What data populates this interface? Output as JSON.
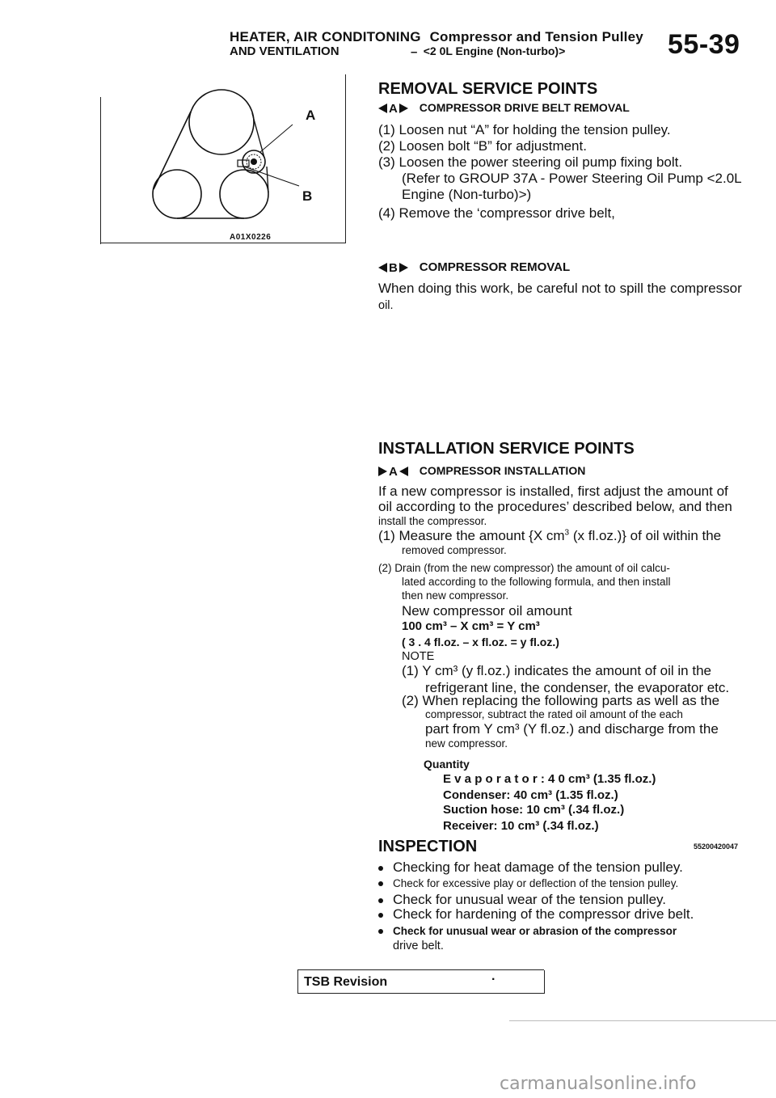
{
  "header": {
    "category_line1": "HEATER, AIR CONDITONING",
    "category_line2": "AND VENTILATION",
    "title": "Compressor and Tension Pulley",
    "subtitle": "<2 0L Engine (Non-turbo)>",
    "dash": "–",
    "page_number": "55-39"
  },
  "figure": {
    "label_a": "A",
    "label_b": "B",
    "code": "A01X0226"
  },
  "removal": {
    "heading": "REMOVAL SERVICE POINTS",
    "belt": {
      "marker": "A",
      "title": "COMPRESSOR DRIVE BELT REMOVAL",
      "step1": "(1) Loosen nut “A” for holding the tension pulley.",
      "step2": "(2) Loosen bolt “B” for adjustment.",
      "step3": "(3) Loosen the power steering oil pump fixing bolt.",
      "ref1": "(Refer to GROUP 37A - Power Steering Oil Pump <2.0L",
      "ref2": "Engine (Non-turbo)>)",
      "step4": "(4) Remove the ‘compressor drive belt,"
    },
    "compressor": {
      "marker": "B",
      "title": "COMPRESSOR REMOVAL",
      "line1": "When doing this work, be careful not to spill the compressor",
      "line2": "oil."
    }
  },
  "installation": {
    "heading": "INSTALLATION SERVICE POINTS",
    "marker": "A",
    "title": "COMPRESSOR INSTALLATION",
    "intro1": "If a new compressor is installed, first adjust the amount of",
    "intro2": "oil according to the procedures’ described below, and then",
    "intro3": "install the compressor.",
    "s1a_pre": "(1) Measure the amount {X cm",
    "s1a_sup": "3",
    "s1a_post": " (x fl.oz.)} of oil within the",
    "s1b": "removed compressor.",
    "s2a": "(2) Drain (from the new compressor) the amount of oil calcu-",
    "s2b": "lated according to the following formula, and then install",
    "s2c": "then new compressor.",
    "formula_title": "New compressor oil amount",
    "formula_metric": "100 cm³ – X cm³ = Y cm³",
    "formula_imperial": "( 3 . 4  fl.oz. – x fl.oz. = y fl.oz.)",
    "note": "NOTE",
    "n1a": "(1) Y cm³ (y fl.oz.) indicates the amount of oil in the",
    "n1b": "refrigerant line, the condenser, the evaporator etc.",
    "n2a": "(2) When replacing the following parts as well as the",
    "n2b": "compressor, subtract the rated oil amount of the each",
    "n2c": "part from Y cm³ (Y fl.oz.) and discharge from the",
    "n2d": "new compressor.",
    "quantity_label": "Quantity",
    "q1": "E v a p o r a t o r :  4 0  cm³ (1.35 fl.oz.)",
    "q2": "Condenser: 40 cm³ (1.35 fl.oz.)",
    "q3": "Suction hose: 10 cm³ (.34 fl.oz.)",
    "q4": "Receiver: 10 cm³ (.34 fl.oz.)"
  },
  "inspection": {
    "heading": "INSPECTION",
    "code": "55200420047",
    "items": [
      "Checking for heat damage of the tension pulley.",
      "Check for excessive play or deflection of the tension pulley.",
      "Check for unusual wear of the tension pulley.",
      "Check for hardening of the compressor drive belt.",
      "Check for unusual wear or abrasion of the compressor"
    ],
    "item5_cont": "drive belt."
  },
  "footer": {
    "tsb_label": "TSB Revision",
    "tsb_dot": "·"
  },
  "watermark": "carmanualsonline.info"
}
